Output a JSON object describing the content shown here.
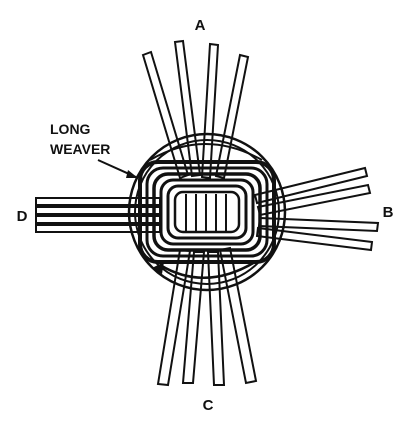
{
  "labels": {
    "top": "A",
    "right": "B",
    "bottom": "C",
    "left": "D",
    "weaver_line1": "LONG",
    "weaver_line2": "WEAVER"
  },
  "colors": {
    "ink": "#111111",
    "paper": "#ffffff"
  }
}
